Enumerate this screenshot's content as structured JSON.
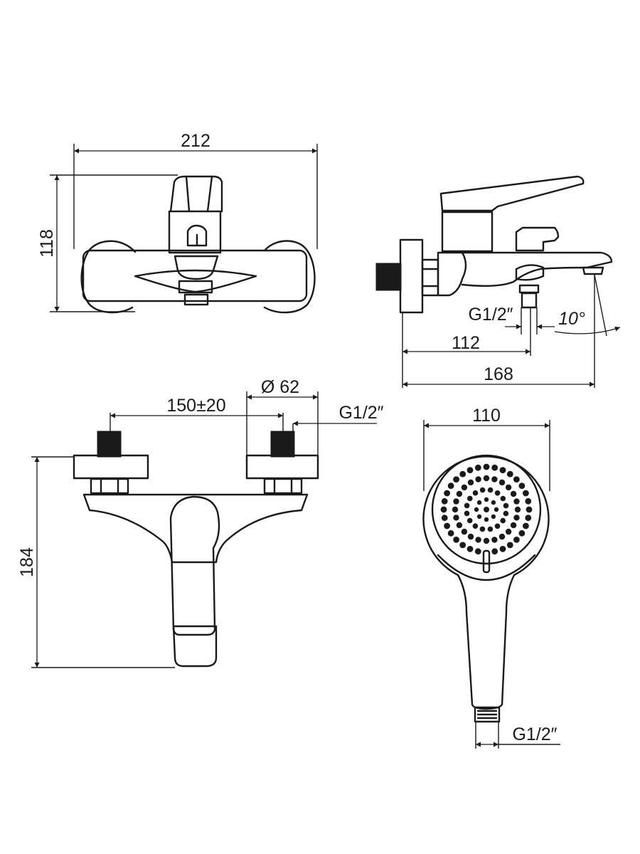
{
  "front_view": {
    "width_label": "212",
    "height_label": "118"
  },
  "side_view": {
    "thread_label": "G1/2″",
    "angle_label": "10°",
    "spout_offset_label": "112",
    "depth_label": "168"
  },
  "top_view": {
    "centers_label": "150±20",
    "flange_diameter_label": "Ø 62",
    "inlet_thread_label": "G1/2″",
    "height_label": "184"
  },
  "hand_shower": {
    "head_diameter_label": "110",
    "thread_label": "G1/2″"
  }
}
